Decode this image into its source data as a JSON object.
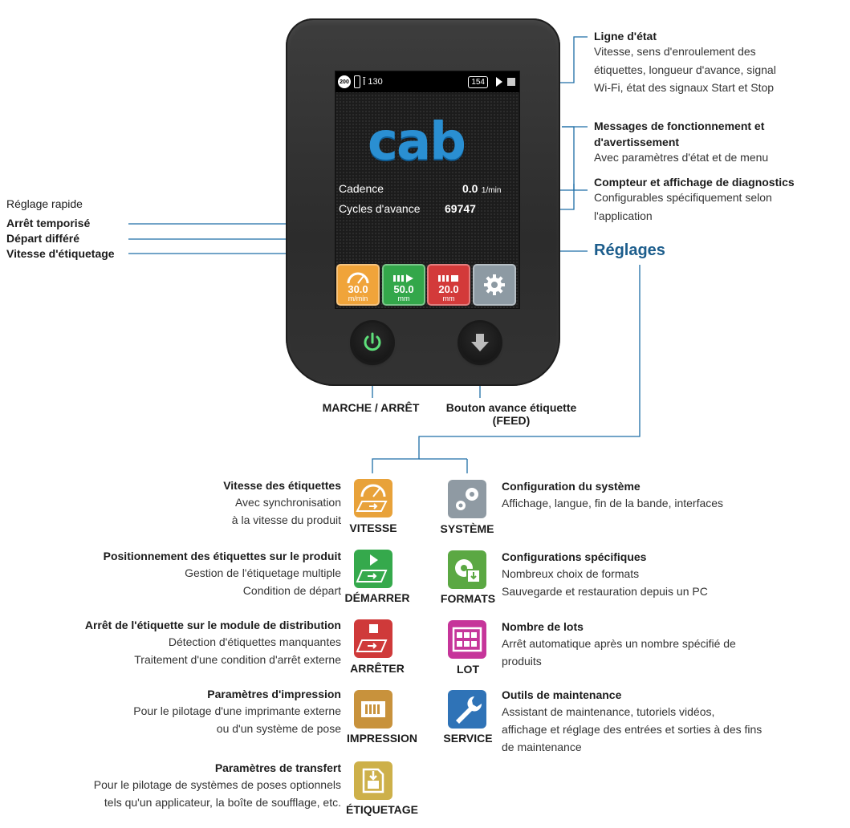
{
  "screen": {
    "status": {
      "resolution": "200",
      "feed_length": "130",
      "count": "154"
    },
    "logo": "cab",
    "cadence_label": "Cadence",
    "cadence_value": "0.0",
    "cadence_unit": "1/min",
    "cycles_label": "Cycles d'avance",
    "cycles_value": "69747",
    "quick": [
      {
        "value": "30.0",
        "unit": "m/min",
        "color": "#f0a43a"
      },
      {
        "value": "50.0",
        "unit": "mm",
        "color": "#33a74a"
      },
      {
        "value": "20.0",
        "unit": "mm",
        "color": "#d33a3a"
      },
      {
        "value": "",
        "unit": "",
        "color": "#8d9aa3"
      }
    ]
  },
  "callouts_right": [
    {
      "title": "Ligne d'état",
      "lines": [
        "Vitesse, sens d'enroulement des",
        "étiquettes, longueur d'avance, signal",
        "Wi-Fi, état des signaux Start et Stop"
      ]
    },
    {
      "title": "Messages de fonctionnement et",
      "title2": "d'avertissement",
      "lines": [
        "Avec paramètres d'état et de menu"
      ]
    },
    {
      "title": "Compteur et affichage de diagnostics",
      "lines": [
        "Configurables spécifiquement selon",
        "l'application"
      ]
    }
  ],
  "reglages": "Réglages",
  "left_labels": {
    "heading": "Réglage rapide",
    "items": [
      "Arrêt temporisé",
      "Départ différé",
      "Vitesse d'étiquetage"
    ]
  },
  "hardware": {
    "power_label": "MARCHE / ARRÊT",
    "feed_label_1": "Bouton avance étiquette",
    "feed_label_2": "(FEED)"
  },
  "features_left": [
    {
      "icon": "VITESSE",
      "color": "#e8a23a",
      "title": "Vitesse des étiquettes",
      "lines": [
        "Avec synchronisation",
        "à la vitesse du produit"
      ]
    },
    {
      "icon": "DÉMARRER",
      "color": "#35a94c",
      "title": "Positionnement des étiquettes sur le produit",
      "lines": [
        "Gestion de l'étiquetage multiple",
        "Condition de départ"
      ]
    },
    {
      "icon": "ARRÊTER",
      "color": "#cf3a3a",
      "title": "Arrêt de l'étiquette sur le module de distribution",
      "lines": [
        "Détection d'étiquettes manquantes",
        "Traitement d'une condition d'arrêt externe"
      ]
    },
    {
      "icon": "IMPRESSION",
      "color": "#c8923c",
      "title": "Paramètres d'impression",
      "lines": [
        "Pour le pilotage d'une imprimante externe",
        "ou d'un système de pose"
      ]
    },
    {
      "icon": "ÉTIQUETAGE",
      "color": "#cdb04a",
      "title": "Paramètres de transfert",
      "lines": [
        "Pour le pilotage de systèmes de poses optionnels",
        "tels qu'un applicateur, la boîte de soufflage, etc."
      ]
    }
  ],
  "features_right": [
    {
      "icon": "SYSTÈME",
      "color": "#8f9aa3",
      "title": "Configuration du système",
      "lines": [
        "Affichage, langue, fin de la bande, interfaces"
      ]
    },
    {
      "icon": "FORMATS",
      "color": "#5ba843",
      "title": "Configurations spécifiques",
      "lines": [
        "Nombreux choix de formats",
        "Sauvegarde et restauration depuis un PC"
      ]
    },
    {
      "icon": "LOT",
      "color": "#c6359a",
      "title": "Nombre de lots",
      "lines": [
        "Arrêt automatique après un nombre spécifié de",
        "produits"
      ]
    },
    {
      "icon": "SERVICE",
      "color": "#2f73b7",
      "title": "Outils de maintenance",
      "lines": [
        "Assistant de maintenance, tutoriels vidéos,",
        "affichage et réglage des entrées et sorties à des fins",
        "de maintenance"
      ]
    }
  ]
}
